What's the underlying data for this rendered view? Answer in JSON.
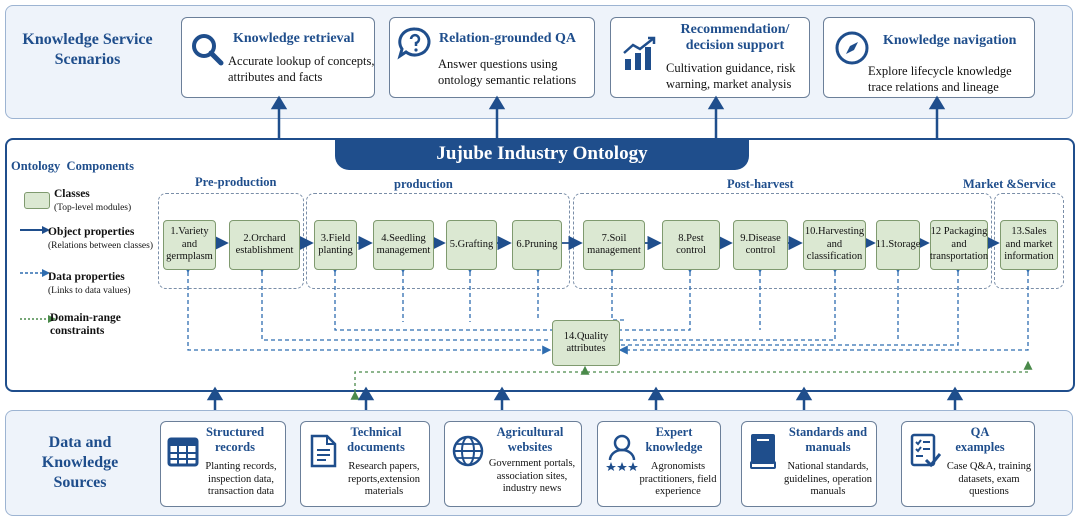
{
  "service": {
    "title": "Knowledge Service Scenarios",
    "cards": [
      {
        "icon": "magnifier-icon",
        "title": "Knowledge retrieval",
        "desc": "Accurate lookup of concepts, attributes and facts"
      },
      {
        "icon": "chat-question-icon",
        "title": "Relation-grounded QA",
        "desc": "Answer questions using ontology semantic relations"
      },
      {
        "icon": "growth-chart-icon",
        "title": "Recommendation/ decision support",
        "desc": "Cultivation guidance, risk warning, market analysis"
      },
      {
        "icon": "compass-icon",
        "title": "Knowledge navigation",
        "desc": "Explore lifecycle knowledge trace relations and lineage"
      }
    ]
  },
  "ontology": {
    "banner": "Jujube Industry Ontology",
    "components_title": "Ontology  Components",
    "legend": [
      {
        "label": "Classes",
        "sub": "(Top-level modules)"
      },
      {
        "label": "Object properties",
        "sub": "(Relations between classes)"
      },
      {
        "label": "Data properties",
        "sub": "(Links to data values)"
      },
      {
        "label": "Domain-range constraints",
        "sub": ""
      }
    ],
    "phases": [
      "Pre-production",
      "production",
      "Post-harvest",
      "Market &Service"
    ],
    "classes": [
      "1.Variety and germplasm",
      "2.Orchard establishment",
      "3.Field planting",
      "4.Seedling management",
      "5.Grafting",
      "6.Pruning",
      "7.Soil management",
      "8.Pest control",
      "9.Disease control",
      "10.Harvesting and classification",
      "11.Storage",
      "12 Packaging and transportation",
      "13.Sales and market information"
    ],
    "quality": "14.Quality attributes"
  },
  "sources": {
    "title": "Data and Knowledge Sources",
    "cards": [
      {
        "icon": "table-icon",
        "title": "Structured records",
        "desc": "Planting records, inspection data, transaction data"
      },
      {
        "icon": "document-icon",
        "title": "Technical documents",
        "desc": "Research papers, reports,extension materials"
      },
      {
        "icon": "globe-icon",
        "title": "Agricultural websites",
        "desc": "Government portals, association sites, industry news"
      },
      {
        "icon": "expert-icon",
        "title": "Expert knowledge",
        "desc": "Agronomists practitioners, field experience"
      },
      {
        "icon": "book-icon",
        "title": "Standards and manuals",
        "desc": "National standards, guidelines, operation manuals"
      },
      {
        "icon": "checklist-icon",
        "title": "QA examples",
        "desc": "Case Q&A, training datasets, exam questions"
      }
    ]
  },
  "colors": {
    "accent": "#1f4e8c",
    "class_fill": "#dbe8d2",
    "panel_fill": "#eef3fa"
  }
}
